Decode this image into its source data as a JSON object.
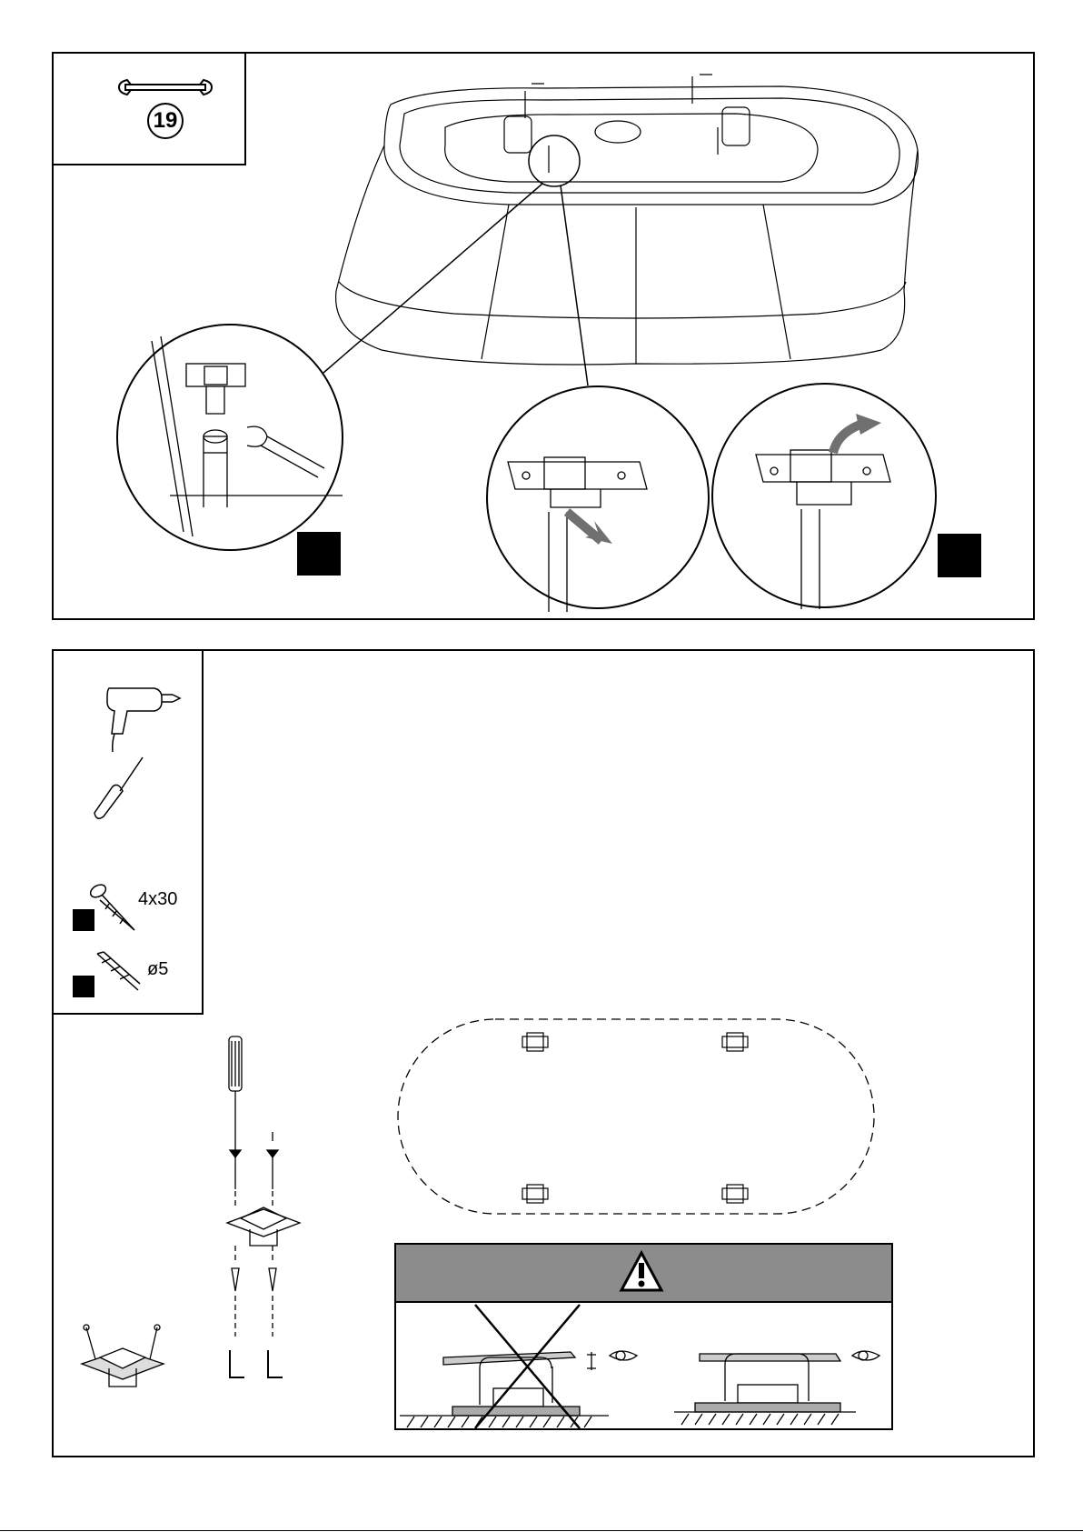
{
  "step1": {
    "tool": {
      "name": "wrench-icon",
      "size_label": "19"
    },
    "callouts": [
      "nut-tighten-detail",
      "bracket-slide-detail",
      "bracket-rotate-detail"
    ]
  },
  "step2": {
    "tools": [
      {
        "name": "drill-icon"
      },
      {
        "name": "screwdriver-icon"
      },
      {
        "name": "screw-icon",
        "label": "4x30"
      },
      {
        "name": "wall-plug-icon",
        "label": "ø5"
      }
    ],
    "warning": {
      "icon": "warning-triangle-icon",
      "wrong_example": "cross-mark-icon",
      "right_example": "eye-icon"
    }
  },
  "colors": {
    "ink": "#000000",
    "warning_bar": "#8c8c8c",
    "arrow_grey": "#707070"
  }
}
